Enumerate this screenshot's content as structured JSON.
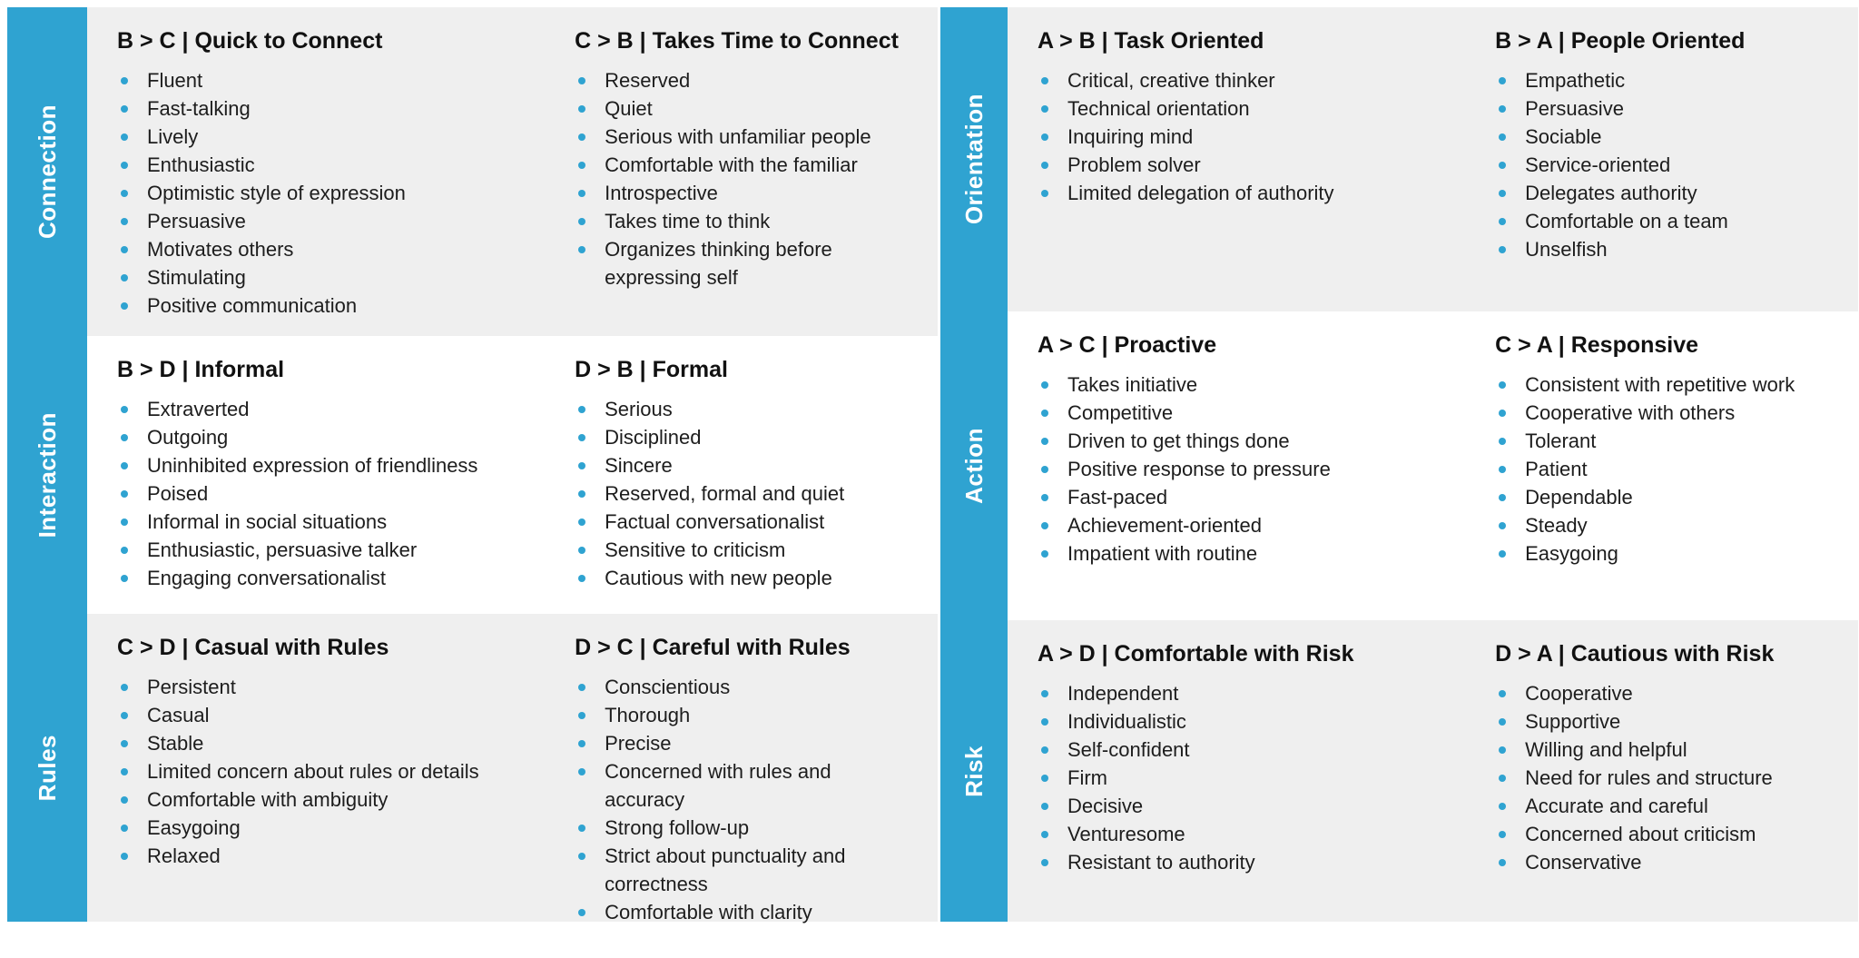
{
  "colors": {
    "accent": "#2FA3D1",
    "row_gray": "#EFEFEF",
    "row_white": "#FFFFFF",
    "text": "#1D1D1D",
    "sidebar_text": "#FFFFFF"
  },
  "panels": [
    {
      "id": "left",
      "sections": [
        {
          "label": "Connection",
          "background": "gray",
          "columns": [
            {
              "heading": "B > C | Quick to Connect",
              "items": [
                "Fluent",
                "Fast-talking",
                "Lively",
                "Enthusiastic",
                "Optimistic style of expression",
                "Persuasive",
                "Motivates others",
                "Stimulating",
                "Positive communication"
              ]
            },
            {
              "heading": "C > B | Takes Time to Connect",
              "items": [
                "Reserved",
                "Quiet",
                "Serious with unfamiliar people",
                "Comfortable with the familiar",
                "Introspective",
                "Takes time to think",
                "Organizes thinking before expressing self"
              ]
            }
          ]
        },
        {
          "label": "Interaction",
          "background": "white",
          "columns": [
            {
              "heading": "B > D | Informal",
              "items": [
                "Extraverted",
                "Outgoing",
                "Uninhibited expression of friendliness",
                "Poised",
                "Informal in social situations",
                "Enthusiastic, persuasive talker",
                "Engaging conversationalist"
              ]
            },
            {
              "heading": "D > B | Formal",
              "items": [
                "Serious",
                "Disciplined",
                "Sincere",
                "Reserved, formal and quiet",
                "Factual conversationalist",
                "Sensitive to criticism",
                "Cautious with new people"
              ]
            }
          ]
        },
        {
          "label": "Rules",
          "background": "gray",
          "columns": [
            {
              "heading": "C > D | Casual with Rules",
              "items": [
                "Persistent",
                "Casual",
                "Stable",
                "Limited concern about rules or details",
                "Comfortable with ambiguity",
                "Easygoing",
                "Relaxed"
              ]
            },
            {
              "heading": "D > C | Careful with Rules",
              "items": [
                "Conscientious",
                "Thorough",
                "Precise",
                "Concerned with rules and accuracy",
                "Strong follow-up",
                "Strict about punctuality and correctness",
                "Comfortable with clarity"
              ]
            }
          ]
        }
      ]
    },
    {
      "id": "right",
      "sections": [
        {
          "label": "Orientation",
          "background": "gray",
          "columns": [
            {
              "heading": "A > B | Task Oriented",
              "items": [
                "Critical, creative thinker",
                "Technical orientation",
                "Inquiring mind",
                "Problem solver",
                "Limited delegation of authority"
              ]
            },
            {
              "heading": "B > A | People Oriented",
              "items": [
                "Empathetic",
                "Persuasive",
                "Sociable",
                "Service-oriented",
                "Delegates authority",
                "Comfortable on a team",
                "Unselfish"
              ]
            }
          ]
        },
        {
          "label": "Action",
          "background": "white",
          "columns": [
            {
              "heading": "A > C | Proactive",
              "items": [
                "Takes initiative",
                "Competitive",
                "Driven to get things done",
                "Positive response to pressure",
                "Fast-paced",
                "Achievement-oriented",
                "Impatient with routine"
              ]
            },
            {
              "heading": "C > A | Responsive",
              "items": [
                "Consistent with repetitive work",
                "Cooperative with others",
                "Tolerant",
                "Patient",
                "Dependable",
                "Steady",
                "Easygoing"
              ]
            }
          ]
        },
        {
          "label": "Risk",
          "background": "gray",
          "columns": [
            {
              "heading": "A > D | Comfortable with Risk",
              "items": [
                "Independent",
                "Individualistic",
                "Self-confident",
                "Firm",
                "Decisive",
                "Venturesome",
                "Resistant to authority"
              ]
            },
            {
              "heading": "D > A | Cautious with Risk",
              "items": [
                "Cooperative",
                "Supportive",
                "Willing and helpful",
                "Need for rules and structure",
                "Accurate and careful",
                "Concerned about criticism",
                "Conservative"
              ]
            }
          ]
        }
      ]
    }
  ]
}
